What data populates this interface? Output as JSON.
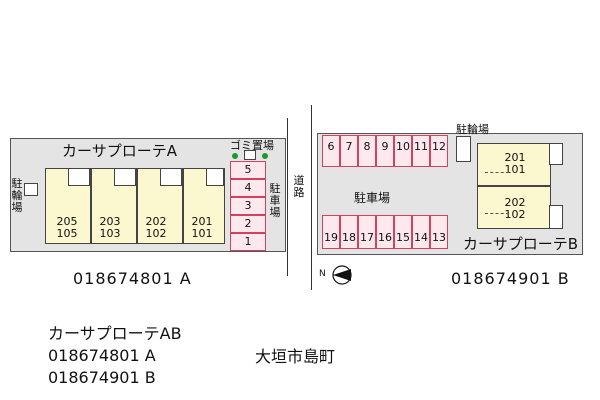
{
  "building_a": {
    "name": "カーサプローテA",
    "garbage_label": "ゴミ置場",
    "bike_label": "駐輪場",
    "parking_label": "駐車場",
    "units": [
      {
        "upper": "205",
        "lower": "105"
      },
      {
        "upper": "203",
        "lower": "103"
      },
      {
        "upper": "202",
        "lower": "102"
      },
      {
        "upper": "201",
        "lower": "101"
      }
    ],
    "parking_slots": [
      "5",
      "4",
      "3",
      "2",
      "1"
    ],
    "code": "018674801 A"
  },
  "road_label": "道路",
  "building_b": {
    "name": "カーサプローテB",
    "bike_label": "駐輪場",
    "parking_label": "駐車場",
    "units": [
      {
        "upper": "201",
        "lower": "101"
      },
      {
        "upper": "202",
        "lower": "102"
      }
    ],
    "parking_top": [
      "6",
      "7",
      "8",
      "9",
      "10",
      "11",
      "12"
    ],
    "parking_bottom": [
      "19",
      "18",
      "17",
      "16",
      "15",
      "14",
      "13"
    ],
    "code": "018674901 B"
  },
  "compass_label": "N",
  "info": {
    "title": "カーサプローテAB",
    "code_a": "018674801 A",
    "code_b": "018674901 B",
    "location": "大垣市島町"
  }
}
